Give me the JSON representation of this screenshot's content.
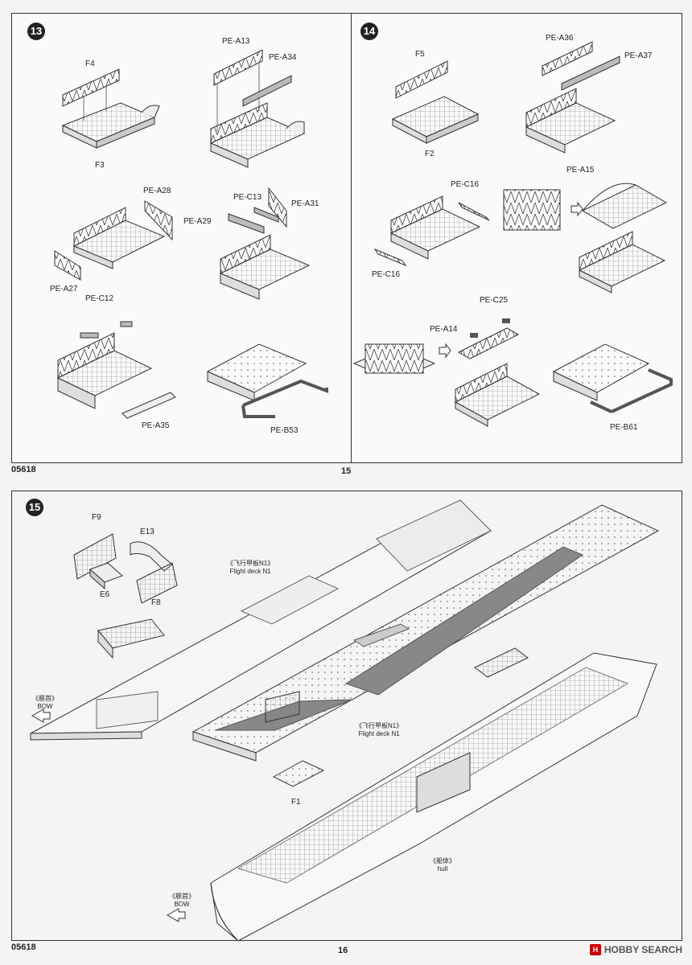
{
  "page_top": {
    "number": "15",
    "code": "05618",
    "steps": {
      "s13": {
        "badge": "13",
        "labels": {
          "f4": "F4",
          "f3": "F3",
          "pe_a13": "PE-A13",
          "pe_a34": "PE-A34",
          "pe_a28": "PE-A28",
          "pe_a27": "PE-A27",
          "pe_c13": "PE-C13",
          "pe_a31": "PE-A31",
          "pe_a29": "PE-A29",
          "pe_c12": "PE-C12",
          "pe_a35": "PE-A35",
          "pe_b53": "PE-B53"
        }
      },
      "s14": {
        "badge": "14",
        "labels": {
          "f5": "F5",
          "f2": "F2",
          "pe_a36": "PE-A36",
          "pe_a37": "PE-A37",
          "pe_c16_top": "PE-C16",
          "pe_c16_bottom": "PE-C16",
          "pe_a15": "PE-A15",
          "pe_c25": "PE-C25",
          "pe_a14": "PE-A14",
          "pe_b61": "PE-B61"
        }
      }
    }
  },
  "page_bottom": {
    "number": "16",
    "code": "05618",
    "step": {
      "badge": "15",
      "labels": {
        "f9": "F9",
        "e13": "E13",
        "e6": "E6",
        "f8": "F8",
        "f1": "F1",
        "flight_deck_1_cn": "《飞行甲板N1》",
        "flight_deck_1_en": "Flight deck N1",
        "flight_deck_2_cn": "《飞行甲板N1》",
        "flight_deck_2_en": "Flight deck N1",
        "bow_1_cn": "《舰首》",
        "bow_1_en": "BOW",
        "bow_2_cn": "《舰首》",
        "bow_2_en": "BOW",
        "hull_cn": "《船体》",
        "hull_en": "hull"
      }
    }
  },
  "watermark": {
    "brand": "HOBBY SEARCH",
    "mark": "H"
  }
}
